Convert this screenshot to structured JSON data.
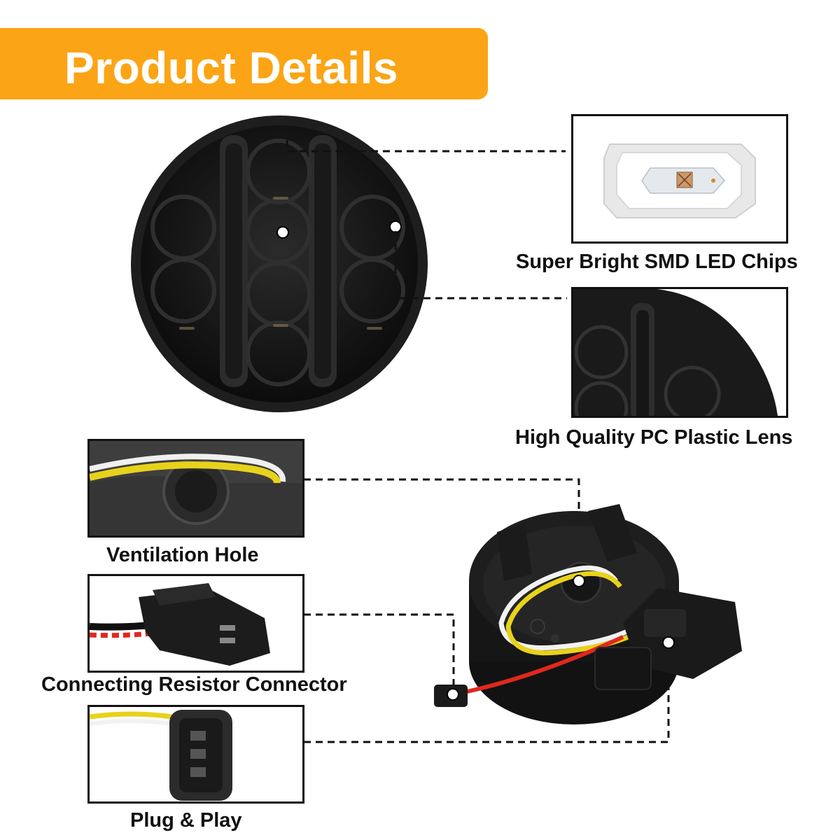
{
  "banner": {
    "title": "Product Details"
  },
  "features": {
    "led_chips": "Super Bright SMD LED Chips",
    "lens": "High Quality PC Plastic Lens",
    "ventilation": "Ventilation Hole",
    "connector": "Connecting Resistor Connector",
    "plug": "Plug & Play"
  },
  "colors": {
    "banner": "#fba415",
    "banner_text": "#ffffff",
    "frame": "#111111",
    "caption": "#111111",
    "wire_yellow": "#e8d21c",
    "wire_white": "#f2f2f2",
    "wire_red": "#e0281e",
    "lamp_body": "#151515"
  }
}
